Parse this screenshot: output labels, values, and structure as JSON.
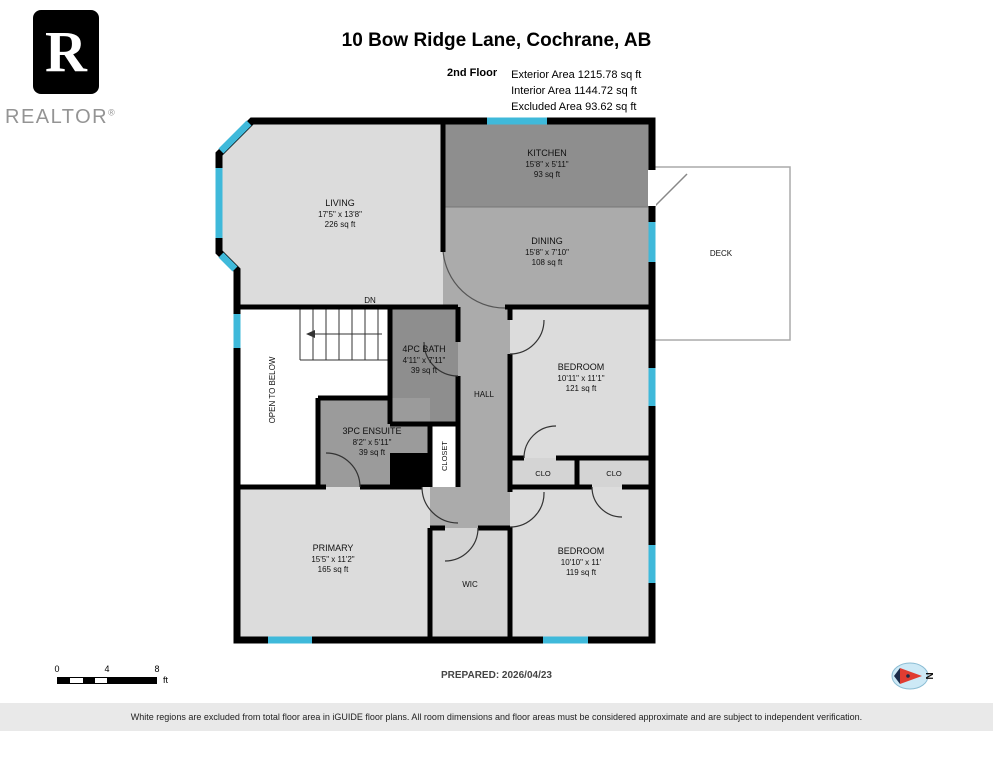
{
  "header": {
    "title": "10 Bow Ridge Lane, Cochrane, AB"
  },
  "logo": {
    "letter": "R",
    "brand": "REALTOR",
    "reg": "®"
  },
  "floor_info": {
    "floor_label": "2nd Floor",
    "lines": [
      "Exterior Area 1215.78 sq ft",
      "Interior Area 1144.72 sq ft",
      "Excluded Area 93.62 sq ft"
    ]
  },
  "rooms": {
    "living": {
      "name": "LIVING",
      "dims": "17'5\" x 13'8\"",
      "area": "226 sq ft"
    },
    "kitchen": {
      "name": "KITCHEN",
      "dims": "15'8\" x 5'11\"",
      "area": "93 sq ft"
    },
    "dining": {
      "name": "DINING",
      "dims": "15'8\" x 7'10\"",
      "area": "108 sq ft"
    },
    "bath": {
      "name": "4PC BATH",
      "dims": "4'11\" x 7'11\"",
      "area": "39 sq ft"
    },
    "ensuite": {
      "name": "3PC ENSUITE",
      "dims": "8'2\" x 5'11\"",
      "area": "39 sq ft"
    },
    "bedroom1": {
      "name": "BEDROOM",
      "dims": "10'11\" x 11'1\"",
      "area": "121 sq ft"
    },
    "bedroom2": {
      "name": "BEDROOM",
      "dims": "10'10\" x 11'",
      "area": "119 sq ft"
    },
    "primary": {
      "name": "PRIMARY",
      "dims": "15'5\" x 11'2\"",
      "area": "165 sq ft"
    },
    "deck": {
      "name": "DECK"
    },
    "hall": {
      "name": "HALL"
    },
    "wic": {
      "name": "WIC"
    },
    "closet": {
      "name": "CLOSET"
    },
    "clo1": {
      "name": "CLO"
    },
    "clo2": {
      "name": "CLO"
    },
    "open_to_below": {
      "name": "OPEN TO BELOW"
    }
  },
  "stairs": {
    "label": "DN"
  },
  "scale_bar": {
    "tick0": "0",
    "tick1": "4",
    "tick2": "8",
    "unit": "ft"
  },
  "compass": {
    "label": "N"
  },
  "footer": {
    "prepared": "PREPARED: 2026/04/23",
    "disclaimer": "White regions are excluded from total floor area in iGUIDE floor plans. All room dimensions and floor areas must be considered approximate and are subject to independent verification."
  },
  "colors": {
    "wall": "#000000",
    "window": "#3fb9da",
    "room_light": "#dcdcdc",
    "room_medium": "#ababab",
    "room_dark": "#8e8e8e",
    "excluded_white": "#ffffff",
    "footer_strip": "#e9e9e9",
    "compass_needle": "#e03c31"
  }
}
